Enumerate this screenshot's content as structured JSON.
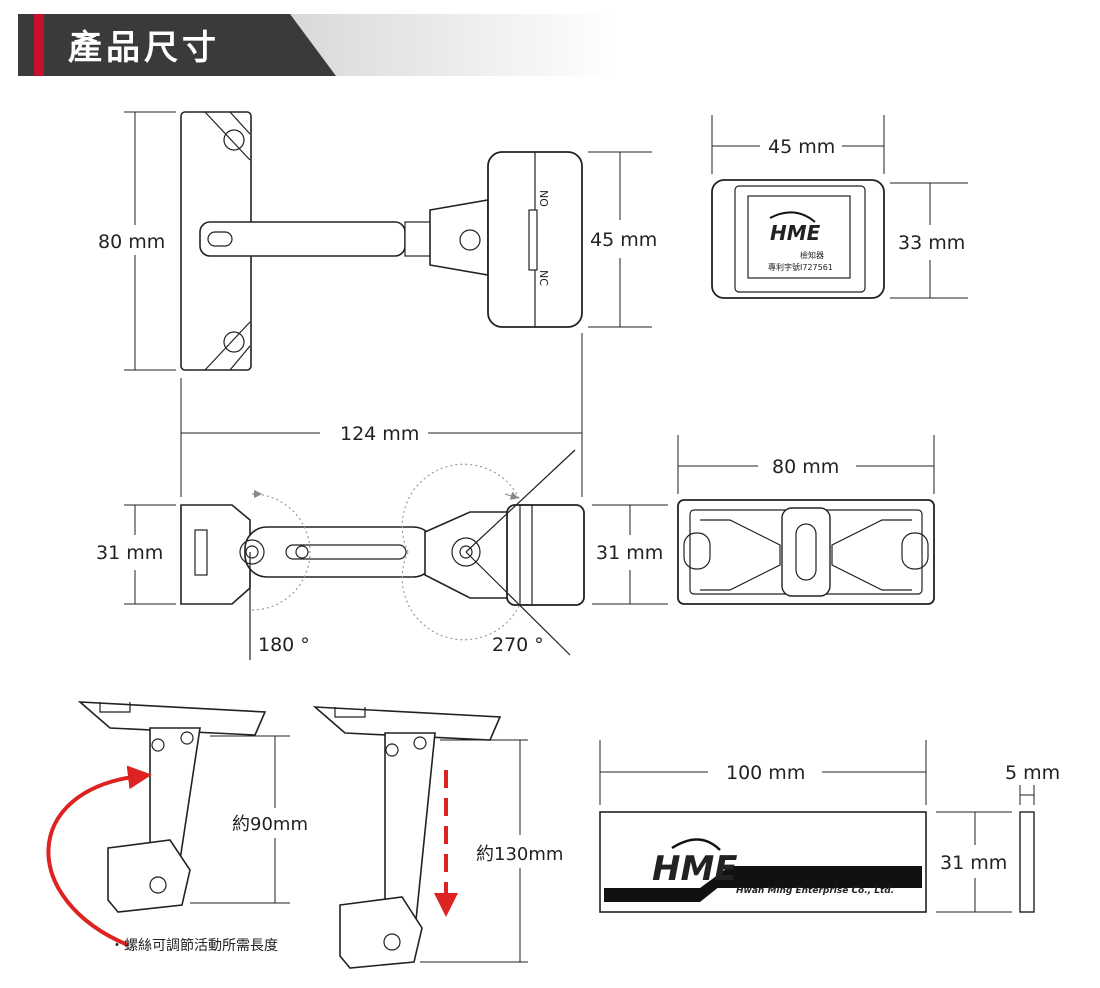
{
  "header": {
    "title": "產品尺寸",
    "accent_color": "#c8102e"
  },
  "dims": {
    "height_80": "80 mm",
    "depth_45": "45 mm",
    "width_45": "45 mm",
    "height_33": "33 mm",
    "length_124": "124 mm",
    "width_80": "80 mm",
    "height_31_left": "31 mm",
    "height_31_mid": "31 mm",
    "angle_180": "180 °",
    "angle_270": "270 °",
    "approx_90": "約90mm",
    "approx_130": "約130mm",
    "len_100": "100 mm",
    "thick_5": "5 mm",
    "height_31_plate": "31 mm"
  },
  "switch": {
    "no": "NO",
    "nc": "NC"
  },
  "sensor_face": {
    "logo": "HME",
    "line1": "檢知器",
    "line2": "專利字號I727561"
  },
  "plate": {
    "logo": "HME",
    "company": "Hwan Ming Enterprise Co., Ltd."
  },
  "note": "・螺絲可調節活動所需長度"
}
